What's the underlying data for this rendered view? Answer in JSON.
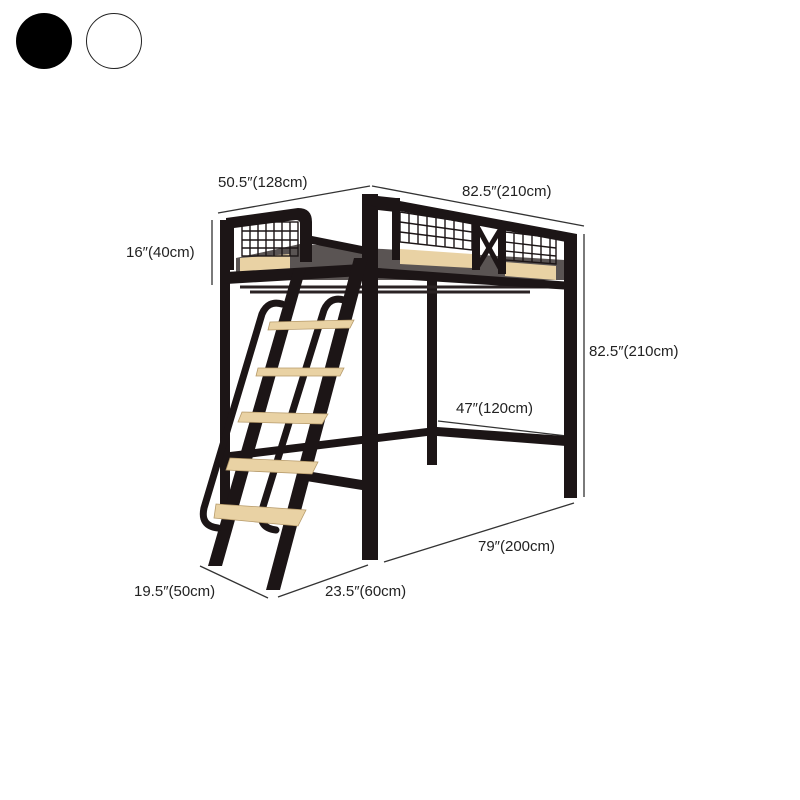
{
  "color_options": [
    {
      "name": "Black",
      "color": "#000000"
    },
    {
      "name": "White",
      "color": "#ffffff"
    }
  ],
  "dimensions": {
    "width_top": "50.5″(128cm)",
    "length_top": "82.5″(210cm)",
    "guardrail_height": "16″(40cm)",
    "total_height": "82.5″(210cm)",
    "under_width": "47″(120cm)",
    "base_length": "79″(200cm)",
    "ladder_depth": "19.5″(50cm)",
    "ladder_width": "23.5″(60cm)"
  },
  "colors": {
    "frame": "#1c1516",
    "wood": "#e9d2a4",
    "mattress": "#5a5453",
    "dimension_line": "#333333"
  }
}
